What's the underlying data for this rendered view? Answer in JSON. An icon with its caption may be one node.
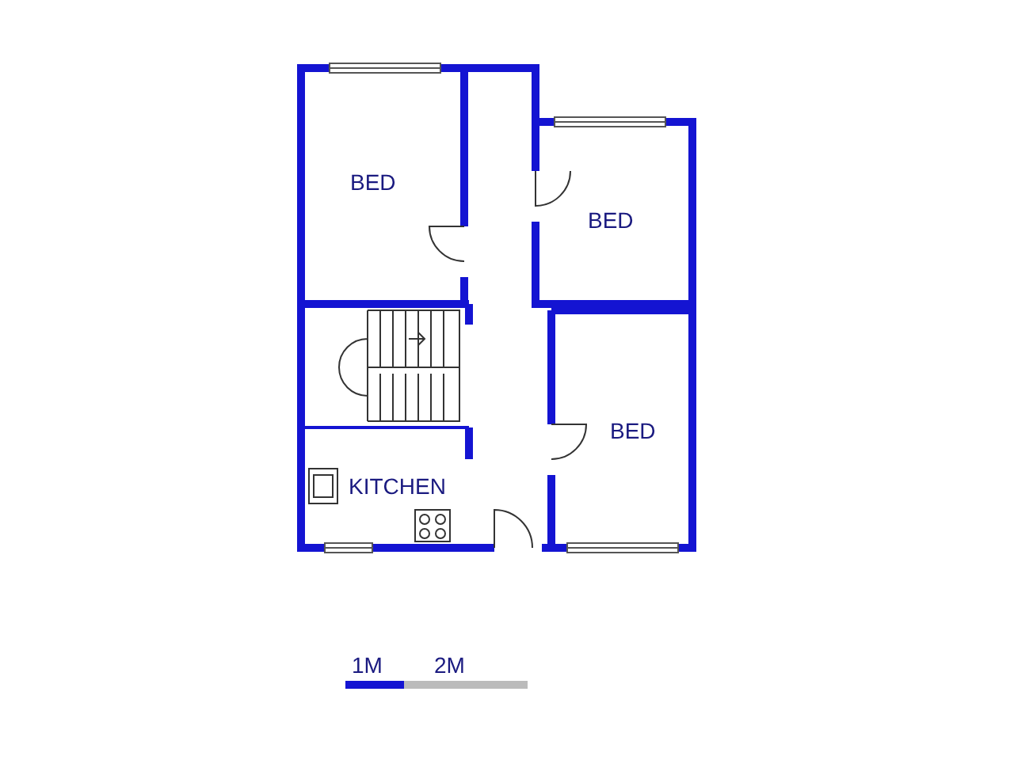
{
  "diagram": {
    "nodes": [
      {
        "text": [
          "BED"
        ]
      },
      {
        "text": [
          "BED"
        ]
      },
      {
        "text": [
          "BED"
        ]
      },
      {
        "text": [
          "KITCHEN"
        ]
      }
    ],
    "labels": [
      "1M",
      "2M"
    ]
  }
}
